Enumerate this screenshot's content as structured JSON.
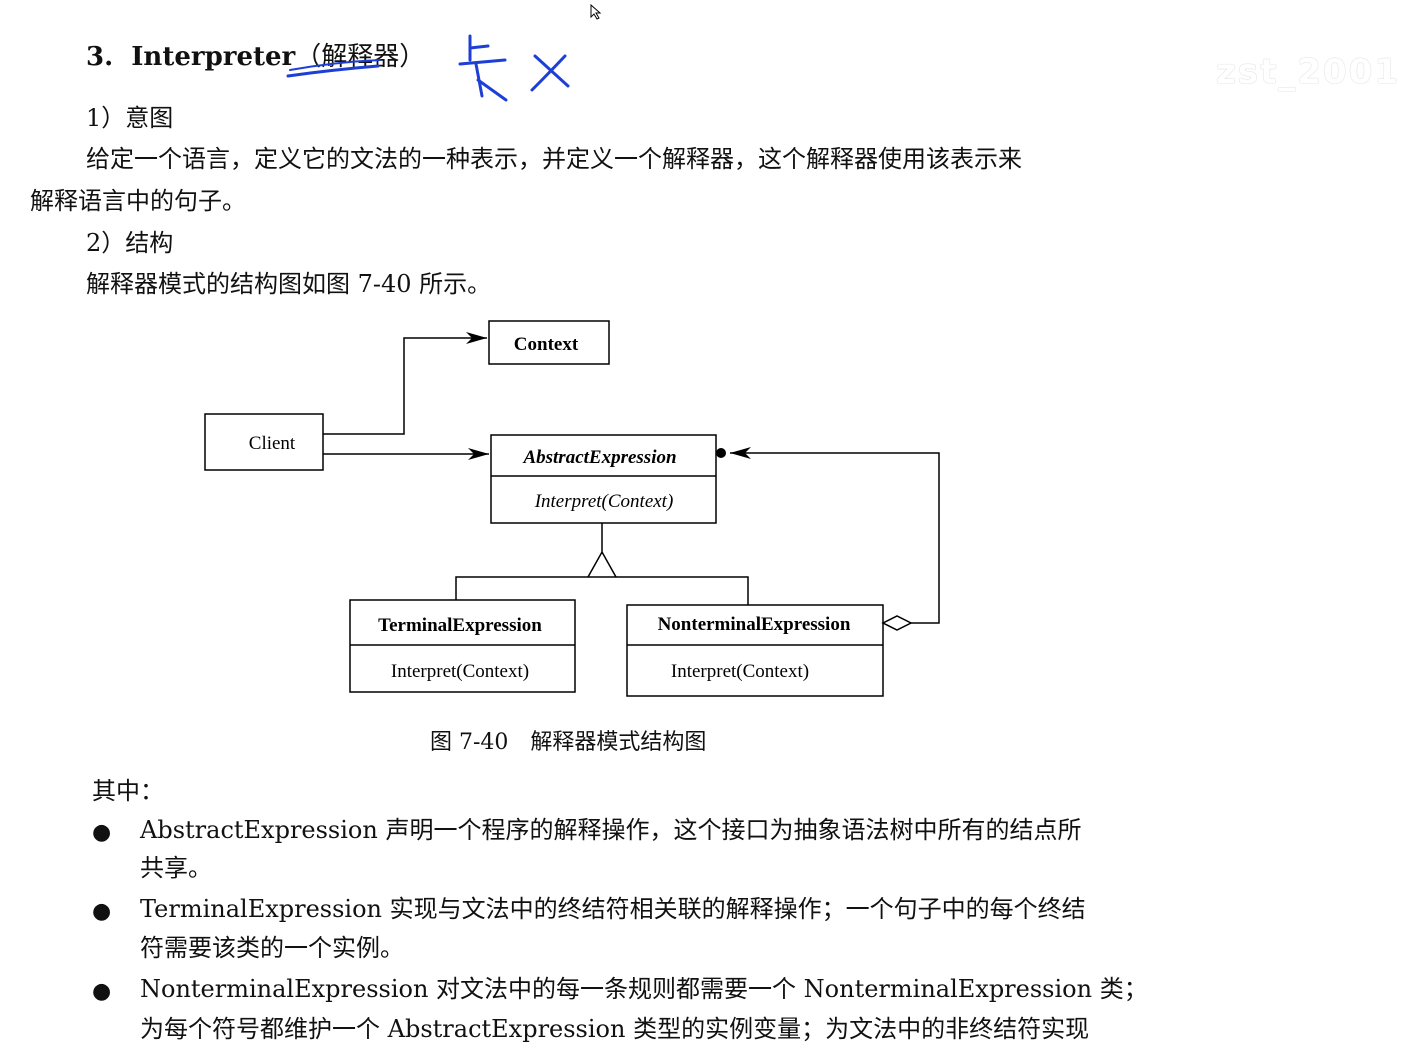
{
  "heading": {
    "number": "3.",
    "title": "Interpreter",
    "paren_open": "（",
    "chinese": "解释器",
    "paren_close": "）"
  },
  "handwriting": "",
  "watermark": "zst_2001",
  "section_intent": "1）意图",
  "intent_paragraph": {
    "line1": "给定一个语言，定义它的文法的一种表示，并定义一个解释器，这个解释器使用该表示来",
    "line2": "解释语言中的句子。"
  },
  "section_structure": "2）结构",
  "structure_text": "解释器模式的结构图如图 7-40 所示。",
  "diagram": {
    "context": "Context",
    "client": "Client",
    "abstract_name": "AbstractExpression",
    "abstract_op": "Interpret(Context)",
    "terminal_name": "TerminalExpression",
    "terminal_op": "Interpret(Context)",
    "nonterminal_name": "NonterminalExpression",
    "nonterminal_op": "Interpret(Context)"
  },
  "caption": "图 7-40　解释器模式结构图",
  "among": "其中：",
  "bullet_symbol": "●",
  "bullets": [
    {
      "line1": "AbstractExpression 声明一个程序的解释操作，这个接口为抽象语法树中所有的结点所",
      "line2": "共享。"
    },
    {
      "line1": "TerminalExpression 实现与文法中的终结符相关联的解释操作；一个句子中的每个终结",
      "line2": "符需要该类的一个实例。"
    },
    {
      "line1": "NonterminalExpression 对文法中的每一条规则都需要一个 NonterminalExpression 类；",
      "line2": "为每个符号都维护一个 AbstractExpression 类型的实例变量；为文法中的非终结符实现"
    }
  ]
}
